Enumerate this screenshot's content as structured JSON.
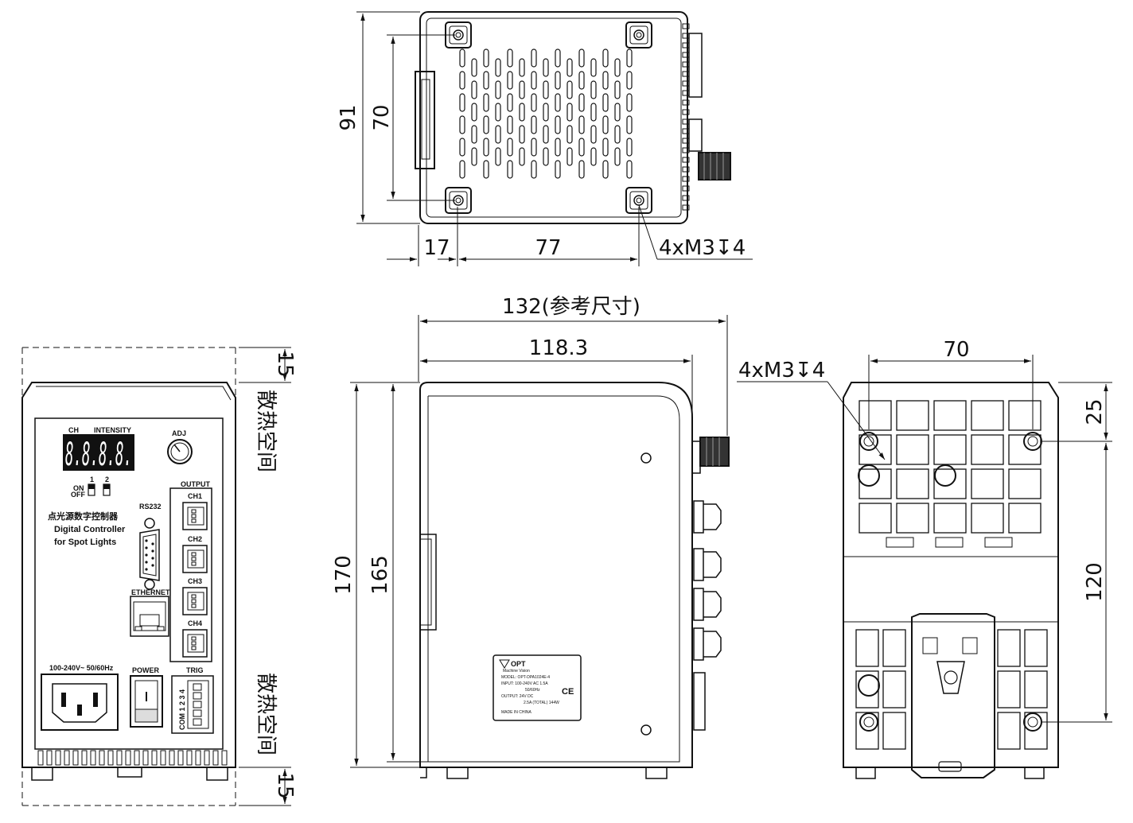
{
  "top_view": {
    "dim_height_outer": "91",
    "dim_height_inner": "70",
    "dim_offset": "17",
    "dim_pitch": "77",
    "thread_note": "4xM3↧4"
  },
  "front_panel": {
    "ch_label": "CH",
    "intensity_label": "INTENSITY",
    "display_value": "8.8.8.8.",
    "adj_label": "ADJ",
    "on_label": "ON",
    "off_label": "OFF",
    "switch_1": "1",
    "switch_2": "2",
    "title_cn": "点光源数字控制器",
    "title_en_1": "Digital Controller",
    "title_en_2": "for Spot Lights",
    "rs232_label": "RS232",
    "ethernet_label": "ETHERNET",
    "output_label": "OUTPUT",
    "channels": [
      "CH1",
      "CH2",
      "CH3",
      "CH4"
    ],
    "ac_label": "100-240V~  50/60Hz",
    "power_label": "POWER",
    "trig_label": "TRIG",
    "trig_pins": "COM 1 2 3 4",
    "dim_top_gap": "15",
    "dim_bottom_gap": "15",
    "heat_space_top": "散热空间",
    "heat_space_bottom": "散热空间"
  },
  "side_view": {
    "dim_total_width": "132(参考尺寸)",
    "dim_body_width": "118.3",
    "dim_height_outer": "170",
    "dim_height_inner": "165",
    "nameplate_brand": "OPT",
    "nameplate_sub": "Machine Vision",
    "nameplate_model": "MODEL: OPT-DPA1024E-4",
    "nameplate_input": "INPUT: 100-240V AC 1.5A",
    "nameplate_freq": "50/60Hz",
    "nameplate_output": "OUTPUT: 24V DC",
    "nameplate_current": "2.5A (TOTAL) 144W",
    "nameplate_origin": "MADE IN CHINA",
    "ce_mark": "CE"
  },
  "rear_view": {
    "thread_note": "4xM3↧4",
    "dim_pitch_x": "70",
    "dim_top_offset": "25",
    "dim_pitch_y": "120"
  }
}
